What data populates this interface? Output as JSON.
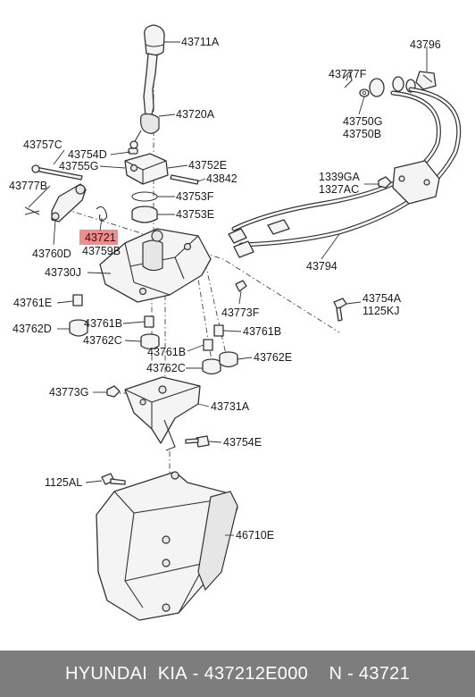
{
  "parts": [
    {
      "id": "43711A",
      "label": "43711A"
    },
    {
      "id": "43720A",
      "label": "43720A"
    },
    {
      "id": "43757C",
      "label": "43757C"
    },
    {
      "id": "43754D",
      "label": "43754D"
    },
    {
      "id": "43755G",
      "label": "43755G"
    },
    {
      "id": "43752E",
      "label": "43752E"
    },
    {
      "id": "43842",
      "label": "43842"
    },
    {
      "id": "43777B",
      "label": "43777B"
    },
    {
      "id": "43753F",
      "label": "43753F"
    },
    {
      "id": "43753E",
      "label": "43753E"
    },
    {
      "id": "43721",
      "label": "43721"
    },
    {
      "id": "43759B",
      "label": "43759B"
    },
    {
      "id": "43760D",
      "label": "43760D"
    },
    {
      "id": "43730J",
      "label": "43730J"
    },
    {
      "id": "43761E",
      "label": "43761E"
    },
    {
      "id": "43762D",
      "label": "43762D"
    },
    {
      "id": "43761B_a",
      "label": "43761B"
    },
    {
      "id": "43762C_a",
      "label": "43762C"
    },
    {
      "id": "43773F",
      "label": "43773F"
    },
    {
      "id": "43761B_b",
      "label": "43761B"
    },
    {
      "id": "43761B_c",
      "label": "43761B"
    },
    {
      "id": "43762C_b",
      "label": "43762C"
    },
    {
      "id": "43762E",
      "label": "43762E"
    },
    {
      "id": "43796",
      "label": "43796"
    },
    {
      "id": "43777F",
      "label": "43777F"
    },
    {
      "id": "43750G",
      "label": "43750G"
    },
    {
      "id": "43750B",
      "label": "43750B"
    },
    {
      "id": "1339GA",
      "label": "1339GA"
    },
    {
      "id": "1327AC",
      "label": "1327AC"
    },
    {
      "id": "43794",
      "label": "43794"
    },
    {
      "id": "43754A",
      "label": "43754A"
    },
    {
      "id": "1125KJ",
      "label": "1125KJ"
    },
    {
      "id": "43773G",
      "label": "43773G"
    },
    {
      "id": "43731A",
      "label": "43731A"
    },
    {
      "id": "43754E",
      "label": "43754E"
    },
    {
      "id": "1125AL",
      "label": "1125AL"
    },
    {
      "id": "46710E",
      "label": "46710E"
    }
  ],
  "highlight": {
    "part": "43721",
    "color": "#f08080"
  },
  "footer": {
    "brand": "HYUNDAI  KIA",
    "oem": "437212E000",
    "number": "N - 43721",
    "separator": " - ",
    "gap": "    ",
    "background": "#7d7d7d"
  }
}
